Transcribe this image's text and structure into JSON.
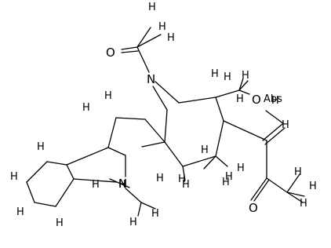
{
  "molecule": {
    "atom_labels": {
      "n_bridge": "N",
      "o_acetyl_top": "O",
      "o_ring": "O",
      "o_acetyl_right": "O",
      "n_indole": "N",
      "abs_flag": "Abs",
      "h": "H"
    }
  }
}
